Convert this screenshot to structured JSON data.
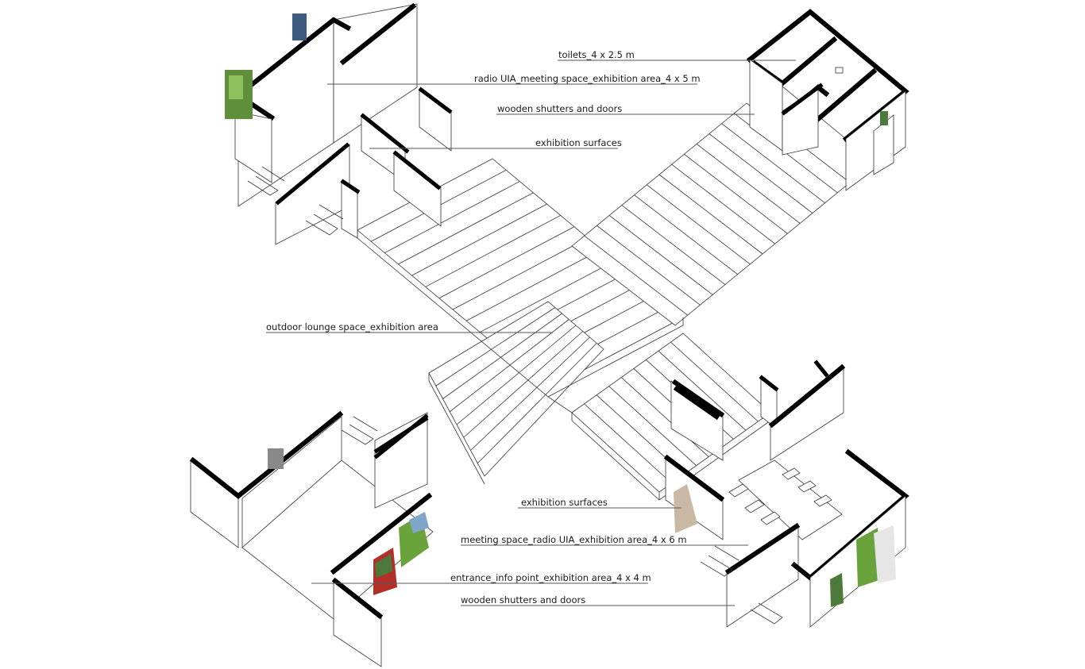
{
  "labels": {
    "toilets": "toilets_4 x 2.5 m",
    "radio_meeting": "radio UIA_meeting space_exhibition area_4 x 5 m",
    "shutters_top": "wooden shutters and doors",
    "surfaces_top": "exhibition surfaces",
    "lounge": "outdoor lounge space_exhibition area",
    "surfaces_bottom": "exhibition surfaces",
    "meeting_radio": "meeting space_radio UIA_exhibition area_4 x 6 m",
    "entrance": "entrance_info point_exhibition area_4 x 4 m",
    "shutters_bottom": "wooden shutters and doors"
  },
  "colors": {
    "line": "#333333",
    "wall": "#000000",
    "photo_green": "#6aa33c",
    "photo_sky": "#7fa6c9",
    "photo_red": "#b2302a"
  }
}
